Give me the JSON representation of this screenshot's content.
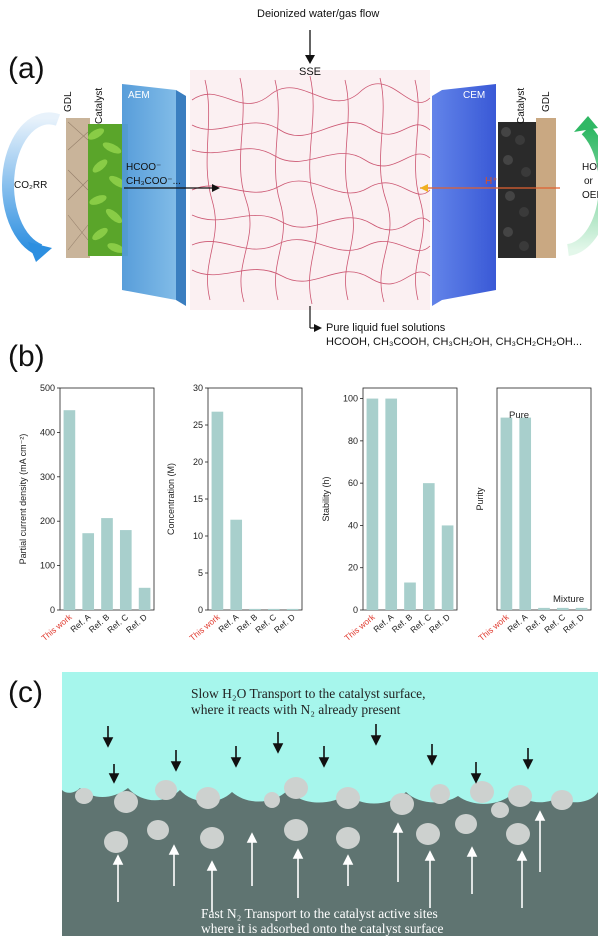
{
  "panel_a": {
    "label": "(a)",
    "top_label": "Deionized water/gas flow",
    "sse_label": "SSE",
    "left_gdl": "GDL",
    "left_catalyst": "Catalyst",
    "aem": "AEM",
    "cem": "CEM",
    "right_catalyst": "Catalyst",
    "right_gdl": "GDL",
    "co2rr": "CO₂RR",
    "anion1": "HCOO⁻",
    "anion2": "CH₃COO⁻...",
    "proton": "H⁺",
    "hor_line1": "HOR",
    "hor_line2": "or",
    "hor_line3": "OER",
    "output_line1": "Pure liquid fuel solutions",
    "output_line2": "HCOOH, CH₃COOH, CH₃CH₂OH, CH₃CH₂CH₂OH..."
  },
  "panel_b": {
    "label": "(b)",
    "categories": [
      "This work",
      "Ref. A",
      "Ref. B",
      "Ref. C",
      "Ref. D"
    ],
    "highlight_category_color": "#e03a2f",
    "bar_color": "#a8cfcc",
    "annotation_pure": "Pure",
    "annotation_mixture": "Mixture"
  },
  "chart_data": [
    {
      "type": "bar",
      "categories": [
        "This work",
        "Ref. A",
        "Ref. B",
        "Ref. C",
        "Ref. D"
      ],
      "values": [
        450,
        173,
        207,
        180,
        50
      ],
      "ylabel": "Partial current density (mA cm⁻²)",
      "ylim": [
        0,
        500
      ],
      "yticks": [
        "0",
        "100",
        "200",
        "300",
        "400",
        "500"
      ]
    },
    {
      "type": "bar",
      "categories": [
        "This work",
        "Ref. A",
        "Ref. B",
        "Ref. C",
        "Ref. D"
      ],
      "values": [
        26.8,
        12.2,
        0.15,
        0.15,
        0.15
      ],
      "ylabel": "Concentration (M)",
      "ylim": [
        0,
        30
      ],
      "yticks": [
        "0",
        "5",
        "10",
        "15",
        "20",
        "25",
        "30"
      ]
    },
    {
      "type": "bar",
      "categories": [
        "This work",
        "Ref. A",
        "Ref. B",
        "Ref. C",
        "Ref. D"
      ],
      "values": [
        100,
        100,
        13,
        60,
        40
      ],
      "ylabel": "Stability (h)",
      "ylim": [
        0,
        105
      ],
      "yticks": [
        "0",
        "20",
        "40",
        "60",
        "80",
        "100"
      ]
    },
    {
      "type": "bar",
      "categories": [
        "This work",
        "Ref. A",
        "Ref. B",
        "Ref. C",
        "Ref. D"
      ],
      "values": [
        91,
        91,
        1,
        1,
        1
      ],
      "ylabel": "Purity",
      "ylim": [
        0,
        105
      ],
      "yticks": []
    }
  ],
  "panel_c": {
    "label": "(c)",
    "top_text_line1": "Slow H₂O Transport to the catalyst surface,",
    "top_text_line2": "where it reacts with N₂ already present",
    "bottom_text_line1": "Fast N₂ Transport to the catalyst active sites",
    "bottom_text_line2": "where it is adsorbed onto the catalyst surface",
    "water_color": "#a6f6ec",
    "solid_color": "#5f7471",
    "particle_color": "#cdd1cf"
  }
}
